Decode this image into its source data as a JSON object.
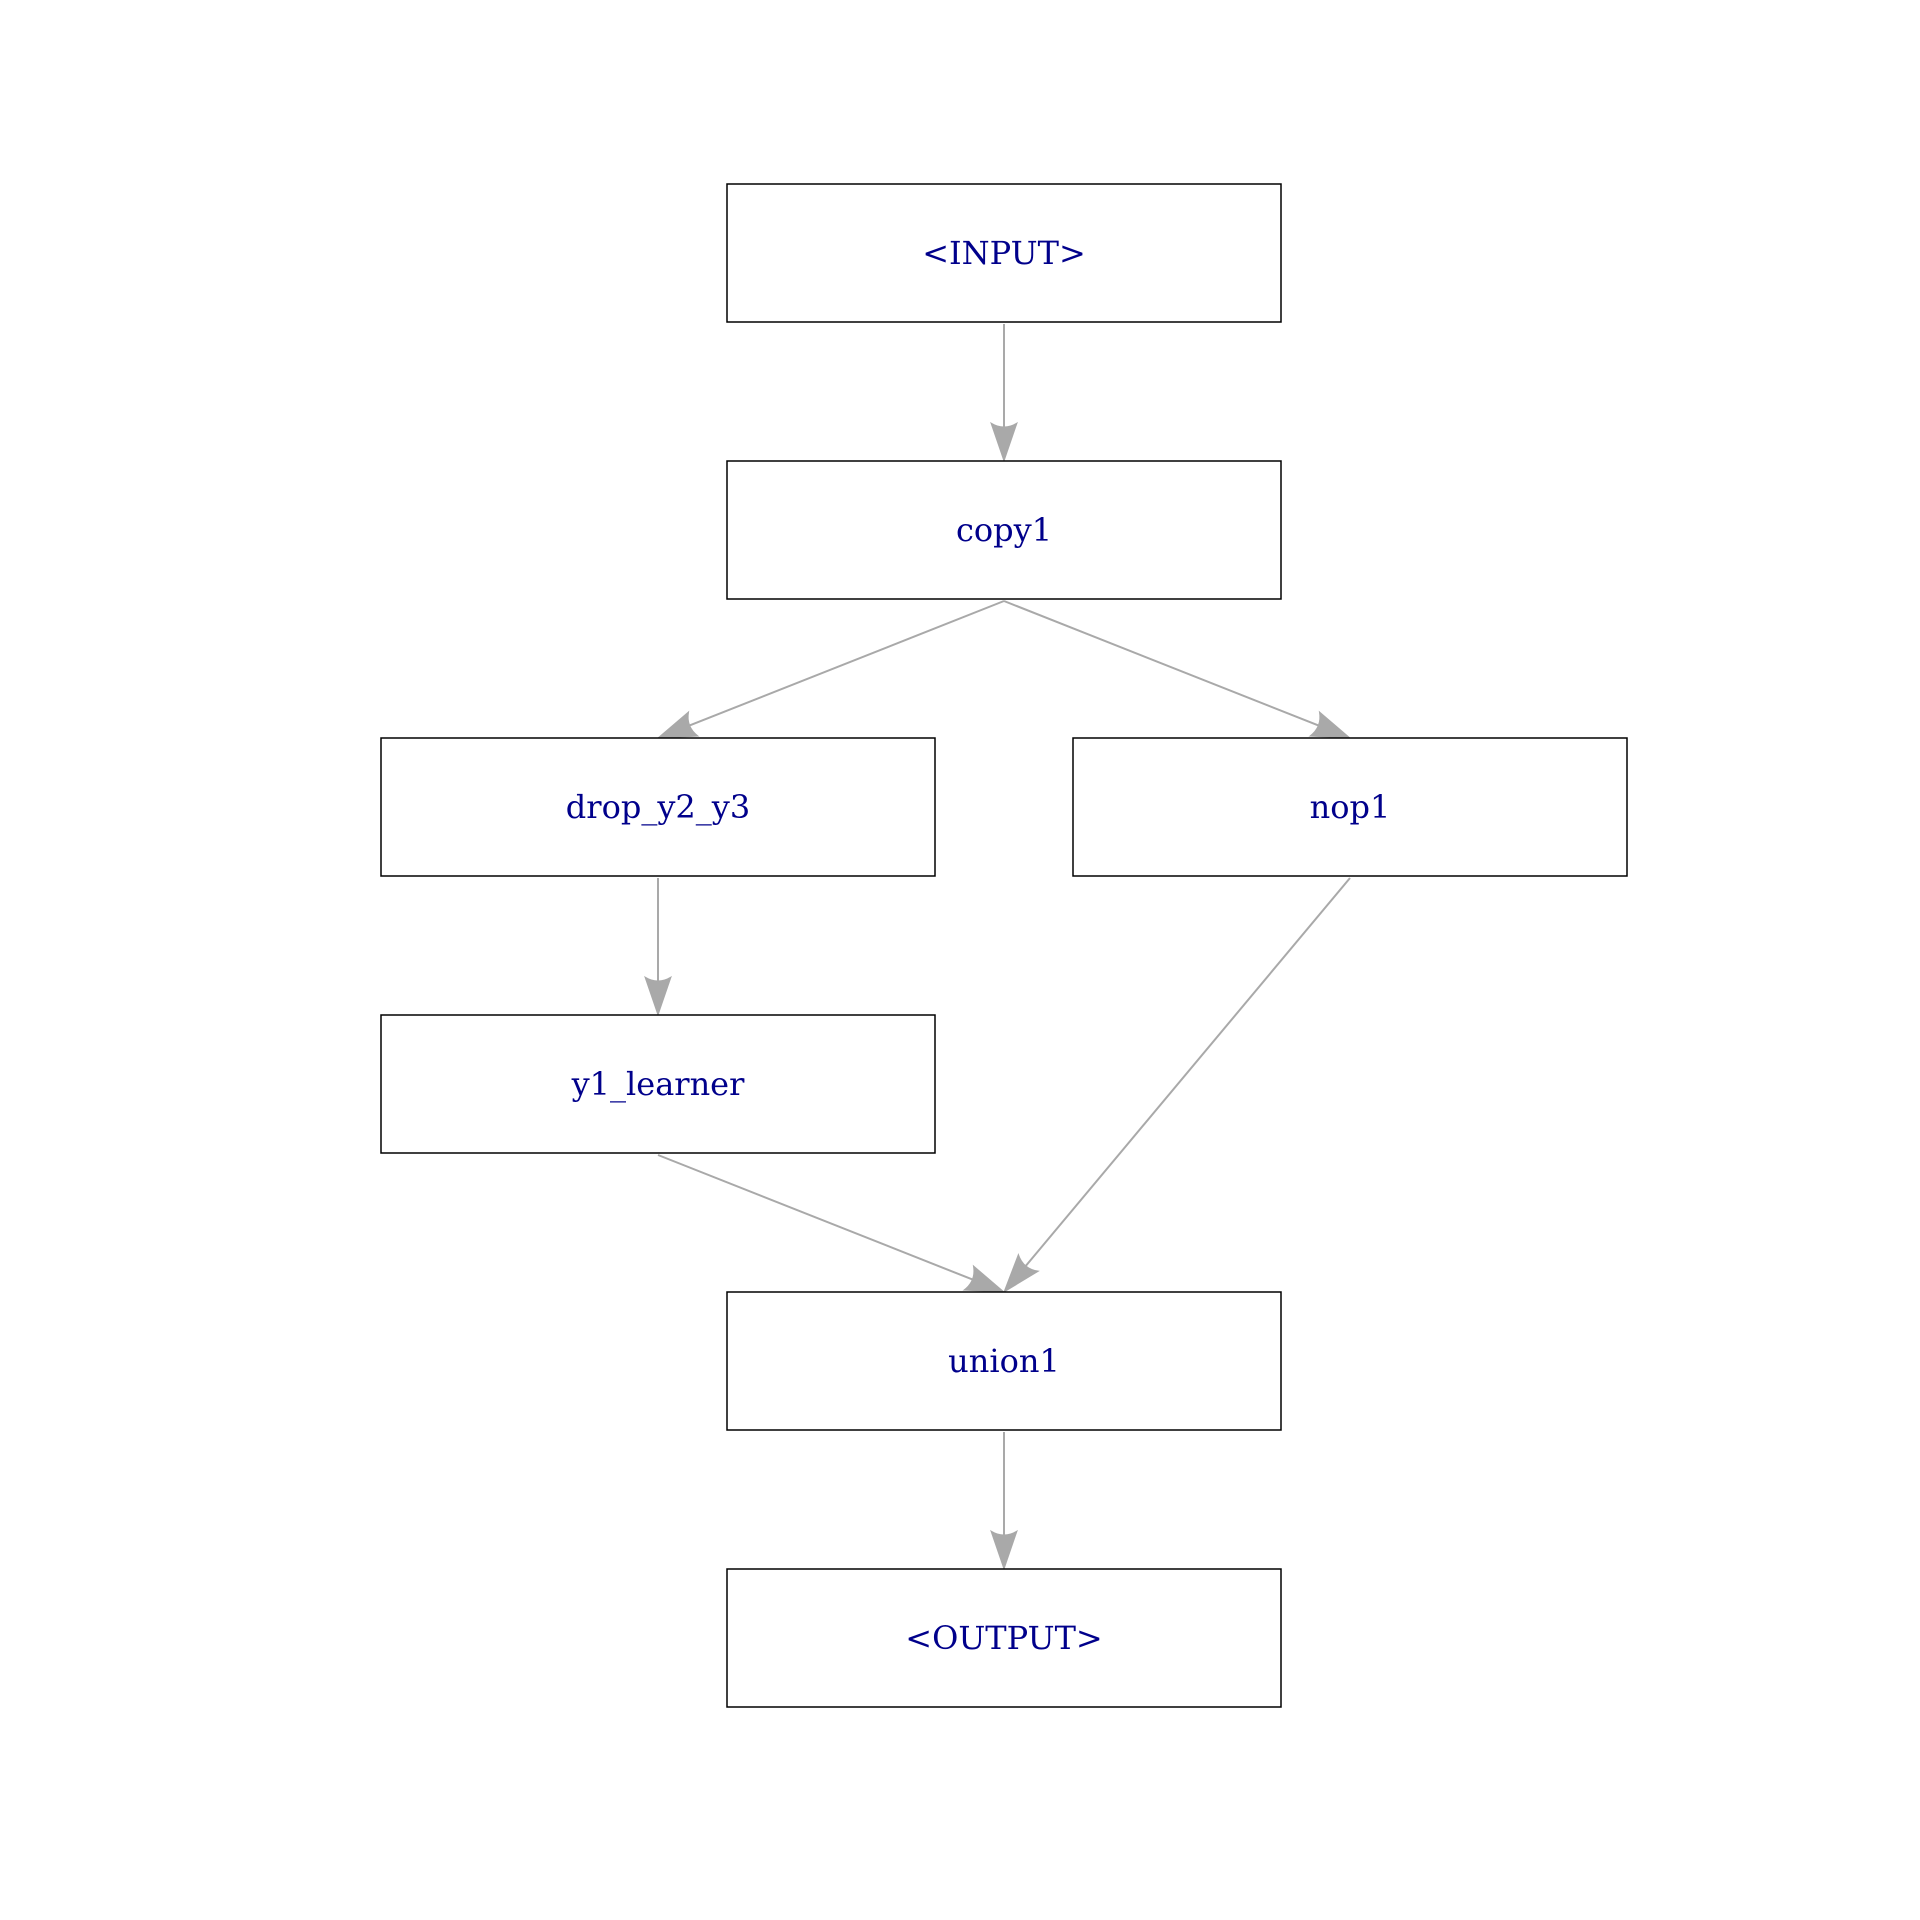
{
  "colors": {
    "background": "#ffffff",
    "node_border": "#000000",
    "label_text": "#00008b",
    "edge": "#a9a9a9"
  },
  "nodes": [
    {
      "id": "input",
      "label": "<INPUT>"
    },
    {
      "id": "copy1",
      "label": "copy1"
    },
    {
      "id": "drop_y2_y3",
      "label": "drop_y2_y3"
    },
    {
      "id": "nop1",
      "label": "nop1"
    },
    {
      "id": "y1_learner",
      "label": "y1_learner"
    },
    {
      "id": "union1",
      "label": "union1"
    },
    {
      "id": "output",
      "label": "<OUTPUT>"
    }
  ],
  "edges": [
    {
      "from": "input",
      "to": "copy1"
    },
    {
      "from": "copy1",
      "to": "drop_y2_y3"
    },
    {
      "from": "copy1",
      "to": "nop1"
    },
    {
      "from": "drop_y2_y3",
      "to": "y1_learner"
    },
    {
      "from": "nop1",
      "to": "union1"
    },
    {
      "from": "y1_learner",
      "to": "union1"
    },
    {
      "from": "union1",
      "to": "output"
    }
  ]
}
